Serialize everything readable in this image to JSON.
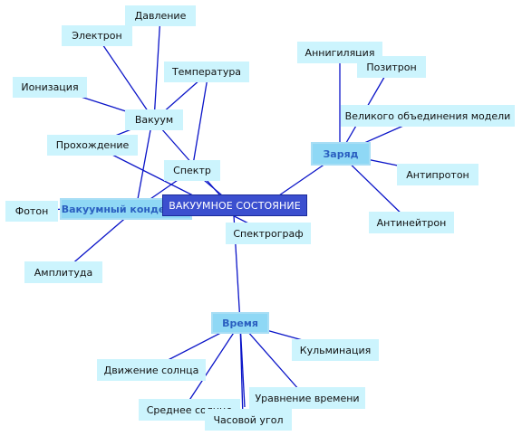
{
  "colors": {
    "edge": "#0a14c8",
    "leaf_fill": "#ccf4fd",
    "hub_fill": "#8fd8f5",
    "hub_text": "#2a5fc0",
    "center_fill": "#3b4fcf"
  },
  "nodes": {
    "center": "ВАКУУМНОЕ СОСТОЯНИЕ",
    "hub_vakuumny_kond": "Вакуумный конденсат",
    "hub_zaryad": "Заряд",
    "hub_vremya": "Время",
    "vakuum": "Вакуум",
    "davlenie": "Давление",
    "elektron": "Электрон",
    "temperatura": "Температура",
    "ionizatsiya": "Ионизация",
    "prokhozhdenie": "Прохождение",
    "spektr": "Спектр",
    "foton": "Фотон",
    "spektrograf": "Спектрограф",
    "amplituda": "Амплитуда",
    "annigilyatsiya": "Аннигиляция",
    "pozitron": "Позитрон",
    "velikogo": "Великого объединения модели",
    "antiproton": "Антипротон",
    "antineytron": "Антинейтрон",
    "kulminatsiya": "Кульминация",
    "dvizhenie_solntsa": "Движение солнца",
    "uravnenie_vremeni": "Уравнение времени",
    "srednee_solntse": "Среднее солнце",
    "chasovoy_ugol": "Часовой угол"
  }
}
